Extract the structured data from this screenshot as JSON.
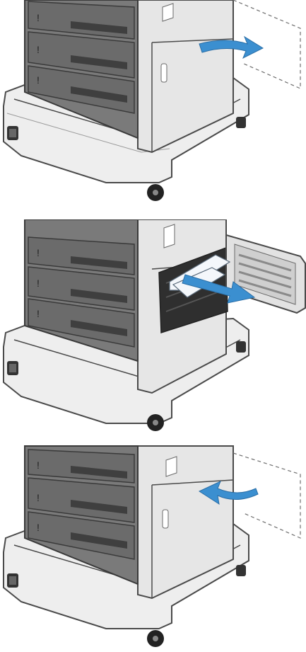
{
  "colors": {
    "background": "#ffffff",
    "printer_body": "#ececec",
    "printer_shade": "#d9d9d9",
    "tray_face": "#6b6b6b",
    "tray_slot": "#3f3f3f",
    "outline": "#4a4a4a",
    "arrow": "#3b8fd0",
    "paper": "#f4f7fb",
    "door_dashed": "#6e6e6e"
  },
  "tray_marker": "!",
  "steps": [
    {
      "action": "open-right-door",
      "arrow_icon": "curved-arrow-right-icon",
      "door_state": "open-outline"
    },
    {
      "action": "remove-jammed-paper",
      "arrow_icon": "straight-arrow-right-icon",
      "door_state": "open"
    },
    {
      "action": "close-right-door",
      "arrow_icon": "curved-arrow-left-icon",
      "door_state": "closing-outline"
    }
  ]
}
